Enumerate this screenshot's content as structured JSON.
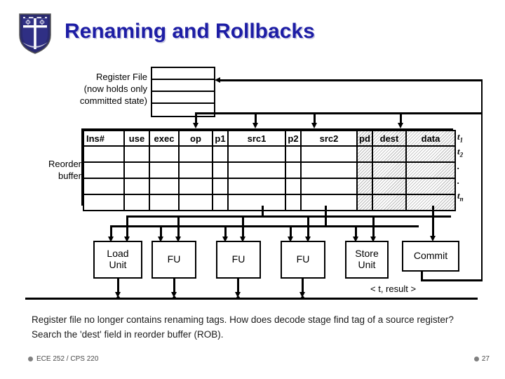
{
  "slide": {
    "title": "Renaming and Rollbacks",
    "logo_icon": "duke-shield-icon"
  },
  "diagram": {
    "register_file": {
      "label_line1": "Register File",
      "label_line2": "(now holds only",
      "label_line3": "committed state)",
      "rows": 4
    },
    "reorder_buffer": {
      "label_line1": "Reorder",
      "label_line2": "buffer",
      "columns": [
        {
          "key": "ins",
          "label": "Ins#",
          "width": 58,
          "hatched": false,
          "align": "left"
        },
        {
          "key": "use",
          "label": "use",
          "width": 36,
          "hatched": false,
          "align": "center"
        },
        {
          "key": "exec",
          "label": "exec",
          "width": 42,
          "hatched": false,
          "align": "center"
        },
        {
          "key": "op",
          "label": "op",
          "width": 48,
          "hatched": false,
          "align": "center"
        },
        {
          "key": "p1",
          "label": "p1",
          "width": 22,
          "hatched": false,
          "align": "center"
        },
        {
          "key": "src1",
          "label": "src1",
          "width": 82,
          "hatched": false,
          "align": "center"
        },
        {
          "key": "p2",
          "label": "p2",
          "width": 22,
          "hatched": false,
          "align": "center"
        },
        {
          "key": "src2",
          "label": "src2",
          "width": 80,
          "hatched": false,
          "align": "center"
        },
        {
          "key": "pd",
          "label": "pd",
          "width": 22,
          "hatched": true,
          "align": "center"
        },
        {
          "key": "dest",
          "label": "dest",
          "width": 48,
          "hatched": true,
          "align": "center"
        },
        {
          "key": "data",
          "label": "data",
          "width": 70,
          "hatched": true,
          "align": "center"
        }
      ],
      "body_rows": 4,
      "tags": [
        "t1",
        "t2",
        ".",
        ".",
        "tn"
      ],
      "tag_glyphs": [
        {
          "base": "t",
          "sub": "1"
        },
        {
          "base": "t",
          "sub": "2"
        },
        {
          "base": ".",
          "sub": ""
        },
        {
          "base": ".",
          "sub": ""
        },
        {
          "base": "t",
          "sub": "n"
        }
      ]
    },
    "units": [
      {
        "name": "load-unit",
        "line1": "Load",
        "line2": "Unit"
      },
      {
        "name": "fu-1",
        "line1": "FU",
        "line2": ""
      },
      {
        "name": "fu-2",
        "line1": "FU",
        "line2": ""
      },
      {
        "name": "fu-3",
        "line1": "FU",
        "line2": ""
      },
      {
        "name": "store-unit",
        "line1": "Store",
        "line2": "Unit"
      },
      {
        "name": "commit-unit",
        "line1": "Commit",
        "line2": ""
      }
    ],
    "result_bus_label": "< t, result >"
  },
  "body": {
    "text": "Register file no longer contains renaming tags. How does decode stage find tag of a source register? Search the 'dest' field in reorder buffer (ROB)."
  },
  "footer": {
    "course": "ECE 252 / CPS 220",
    "slide_number": "27"
  },
  "colors": {
    "title": "#1d1da5",
    "diagram_stroke": "#000000",
    "footer_text": "#4a4a4a",
    "bullet": "#808080",
    "hatch": "#c9c9c9"
  }
}
